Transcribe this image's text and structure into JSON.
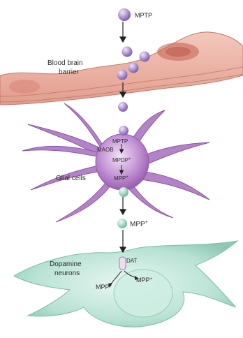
{
  "labels": {
    "mptp_top": "MPTP",
    "bbb_line1": "Blood brain",
    "bbb_line2": "barrier",
    "glial_label": "Glial cells",
    "glial_mptp": "MPTP",
    "maob": "MAOB",
    "mpdp_line1": "MPDP",
    "mpdp_sup": "+",
    "mpp_inner": "MPP",
    "mpp_inner_sup": "+",
    "mpp_mid": "MPP",
    "mpp_mid_sup": "+",
    "dat": "DAT",
    "dop_line1": "Dopamine",
    "dop_line2": "neurons",
    "mpp_left": "MPP",
    "mpp_left_sup": "+",
    "mpp_right": "MPP",
    "mpp_right_sup": "+"
  },
  "colors": {
    "molecule": "#a98ccc",
    "membrane": "#e8b0a5",
    "glial": "#b383c7",
    "neuron": "#a9d9c8"
  }
}
